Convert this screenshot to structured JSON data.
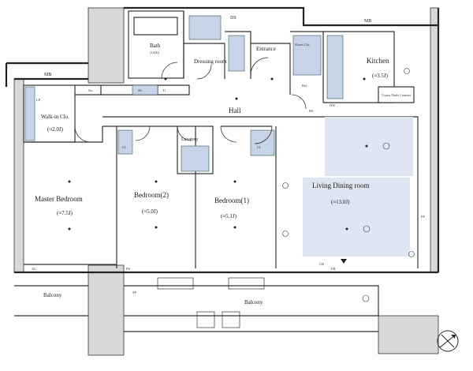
{
  "plan": {
    "top_labels": {
      "ds": "DS",
      "mb_top": "MB",
      "mb_left": "MB"
    },
    "rooms": {
      "bath": "Bath",
      "bath_note": "(1416)",
      "dressing": "Dressing room",
      "entrance": "Entrance",
      "kitchen": "Kitchen",
      "kitchen_size": "(≈3.5J)",
      "walkin": "Walk-in Clo.",
      "walkin_size": "(≈2.0J)",
      "hall": "Hall",
      "lavatory": "Lavatory",
      "master": "Master Bedroom",
      "master_size": "(≈7.5J)",
      "bed2": "Bedroom(2)",
      "bed2_size": "(≈5.0J)",
      "bed1": "Bedroom(1)",
      "bed1_size": "(≈5.1J)",
      "ldr": "Living Dining room",
      "ldr_size": "(≈13.0J)",
      "balcony_left": "Balcony",
      "balcony_main": "Balcony"
    },
    "small_labels": {
      "shoes": "Shoes Clo.",
      "cl": "CL",
      "sh": "Sh",
      "su": "Su",
      "ti": "Ti",
      "ref": "Ref.",
      "dw": "DW",
      "cb": "CB",
      "pf": "PF",
      "sp": "SP",
      "ps": "PS",
      "fr": "FR",
      "ac": "AC",
      "bs": "BS",
      "lp": "LP",
      "uyasa": "Uyasa Dash Counter"
    },
    "compass_icon": "north-arrow-icon"
  }
}
